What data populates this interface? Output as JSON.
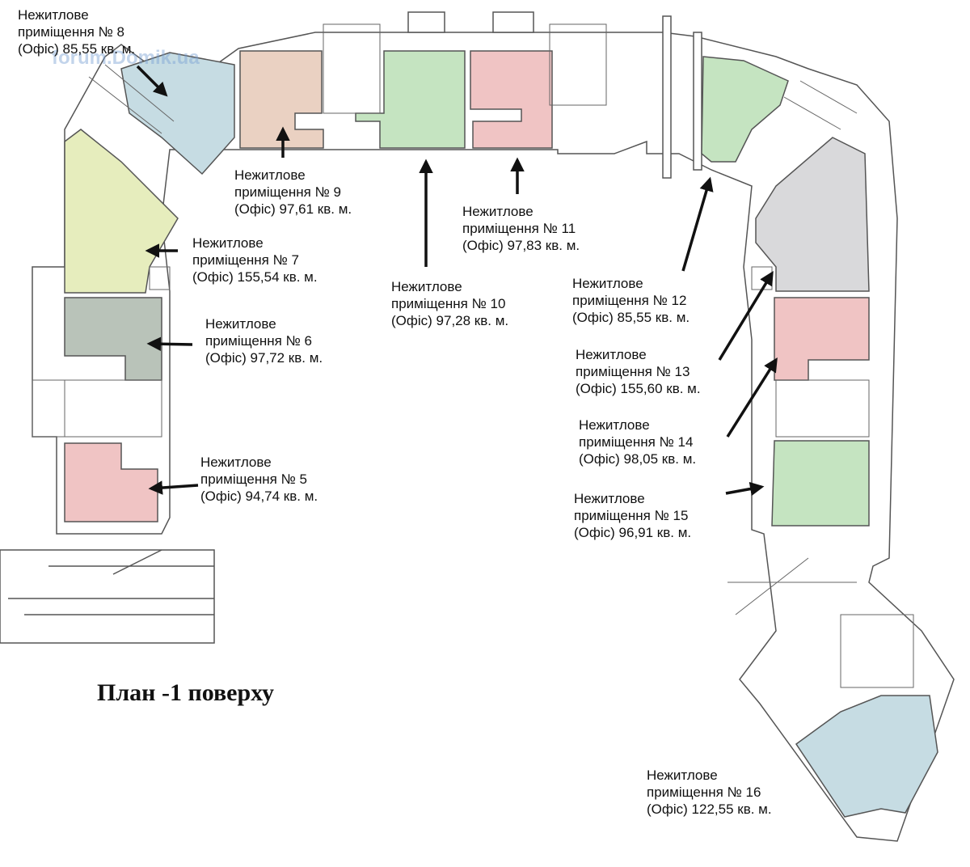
{
  "title": "План -1 поверху",
  "watermark": "forum.Domik.ua",
  "colors": {
    "blue": "#c6dce3",
    "peach": "#ead1c2",
    "green": "#c5e4c1",
    "pink": "#f0c4c4",
    "yellow": "#e6edbd",
    "slate": "#b9c3b9",
    "grey": "#d9d9db",
    "wall": "#4a4a4a"
  },
  "units": [
    {
      "id": "unit-8",
      "lines": [
        "Нежитлове",
        "приміщення № 8",
        "(Офіс) 85,55 кв. м."
      ]
    },
    {
      "id": "unit-9",
      "lines": [
        "Нежитлове",
        "приміщення № 9",
        "(Офіс) 97,61 кв. м."
      ]
    },
    {
      "id": "unit-7",
      "lines": [
        "Нежитлове",
        "приміщення № 7",
        "(Офіс) 155,54 кв. м."
      ]
    },
    {
      "id": "unit-11",
      "lines": [
        "Нежитлове",
        "приміщення № 11",
        "(Офіс) 97,83 кв. м."
      ]
    },
    {
      "id": "unit-12",
      "lines": [
        "Нежитлове",
        "приміщення № 12",
        "(Офіс) 85,55 кв. м."
      ]
    },
    {
      "id": "unit-10",
      "lines": [
        "Нежитлове",
        "приміщення № 10",
        "(Офіс) 97,28 кв. м."
      ]
    },
    {
      "id": "unit-6",
      "lines": [
        "Нежитлове",
        "приміщення № 6",
        "(Офіс) 97,72 кв. м."
      ]
    },
    {
      "id": "unit-13",
      "lines": [
        "Нежитлове",
        "приміщення № 13",
        "(Офіс) 155,60 кв. м."
      ]
    },
    {
      "id": "unit-14",
      "lines": [
        "Нежитлове",
        "приміщення № 14",
        "(Офіс) 98,05 кв. м."
      ]
    },
    {
      "id": "unit-5",
      "lines": [
        "Нежитлове",
        "приміщення № 5",
        "(Офіс) 94,74 кв. м."
      ]
    },
    {
      "id": "unit-15",
      "lines": [
        "Нежитлове",
        "приміщення № 15",
        "(Офіс) 96,91 кв. м."
      ]
    },
    {
      "id": "unit-16",
      "lines": [
        "Нежитлове",
        "приміщення № 16",
        "(Офіс) 122,55 кв. м."
      ]
    }
  ]
}
